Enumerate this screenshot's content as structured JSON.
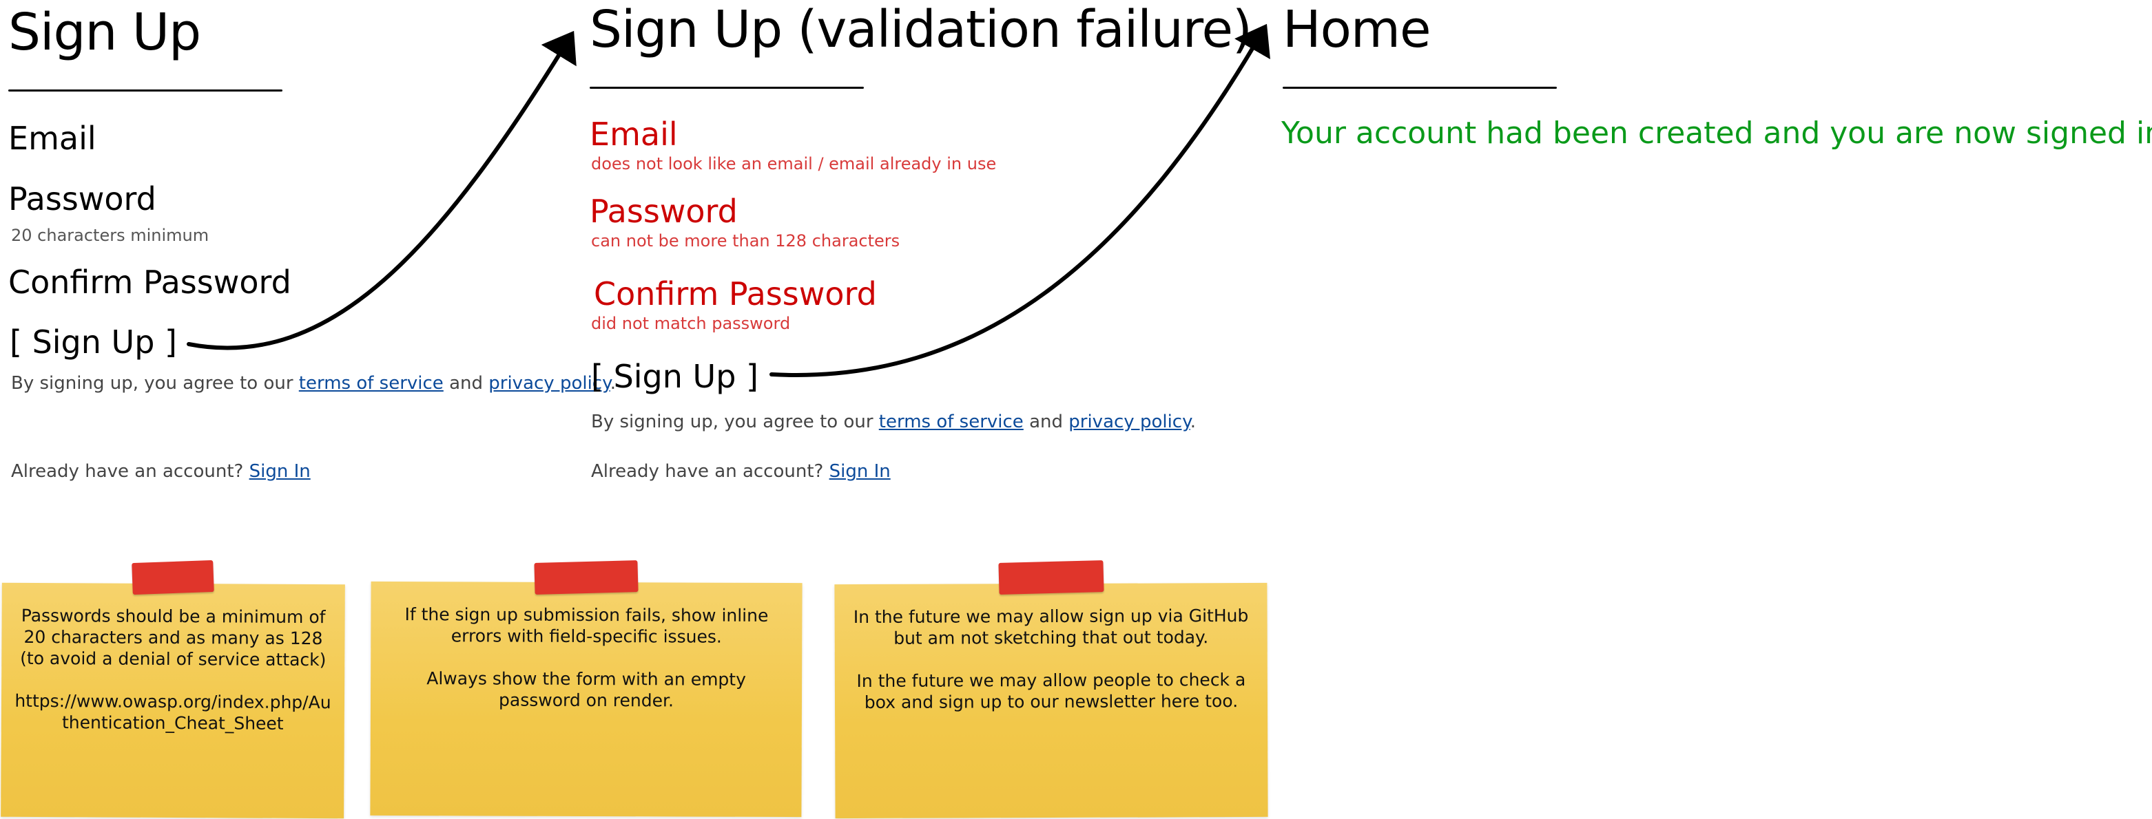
{
  "screens": {
    "signup": {
      "title": "Sign Up",
      "email_label": "Email",
      "password_label": "Password",
      "password_hint": "20 characters minimum",
      "confirm_label": "Confirm Password",
      "button_label": "[ Sign Up ]",
      "legal_prefix": "By signing up, you agree to our",
      "terms_link": "terms of service",
      "and": "and",
      "privacy_link": "privacy policy",
      "period": ".",
      "signin_prompt": "Already have an account?",
      "signin_link": "Sign In"
    },
    "failure": {
      "title": "Sign Up (validation failure)",
      "email_label": "Email",
      "email_error": "does not look like an email / email already in use",
      "password_label": "Password",
      "password_error": "can not be more than 128 characters",
      "confirm_label": "Confirm Password",
      "confirm_error": "did not match password",
      "button_label": "[ Sign Up ]",
      "legal_prefix": "By signing up, you agree to our",
      "terms_link": "terms of service",
      "and": "and",
      "privacy_link": "privacy policy",
      "period": ".",
      "signin_prompt": "Already have an account?",
      "signin_link": "Sign In"
    },
    "home": {
      "title": "Home",
      "success_message": "Your account had been created and you are now signed in."
    }
  },
  "notes": [
    {
      "text": "Passwords should be a minimum of 20 characters and as many as 128 (to avoid a denial of service attack)\n\nhttps://www.owasp.org/index.php/Authentication_Cheat_Sheet"
    },
    {
      "text": "If the sign up submission fails, show inline errors with field-specific issues.\n\nAlways show the form with an empty password on render."
    },
    {
      "text": "In the future we may allow sign up via GitHub but am not sketching that out today.\n\nIn the future we may allow people to check a box and sign up to our newsletter here too."
    }
  ],
  "colors": {
    "error": "#cc0000",
    "success": "#0a9a1a",
    "link": "#0b4a9a",
    "note": "#f2c84a",
    "tape": "#e0352b"
  }
}
